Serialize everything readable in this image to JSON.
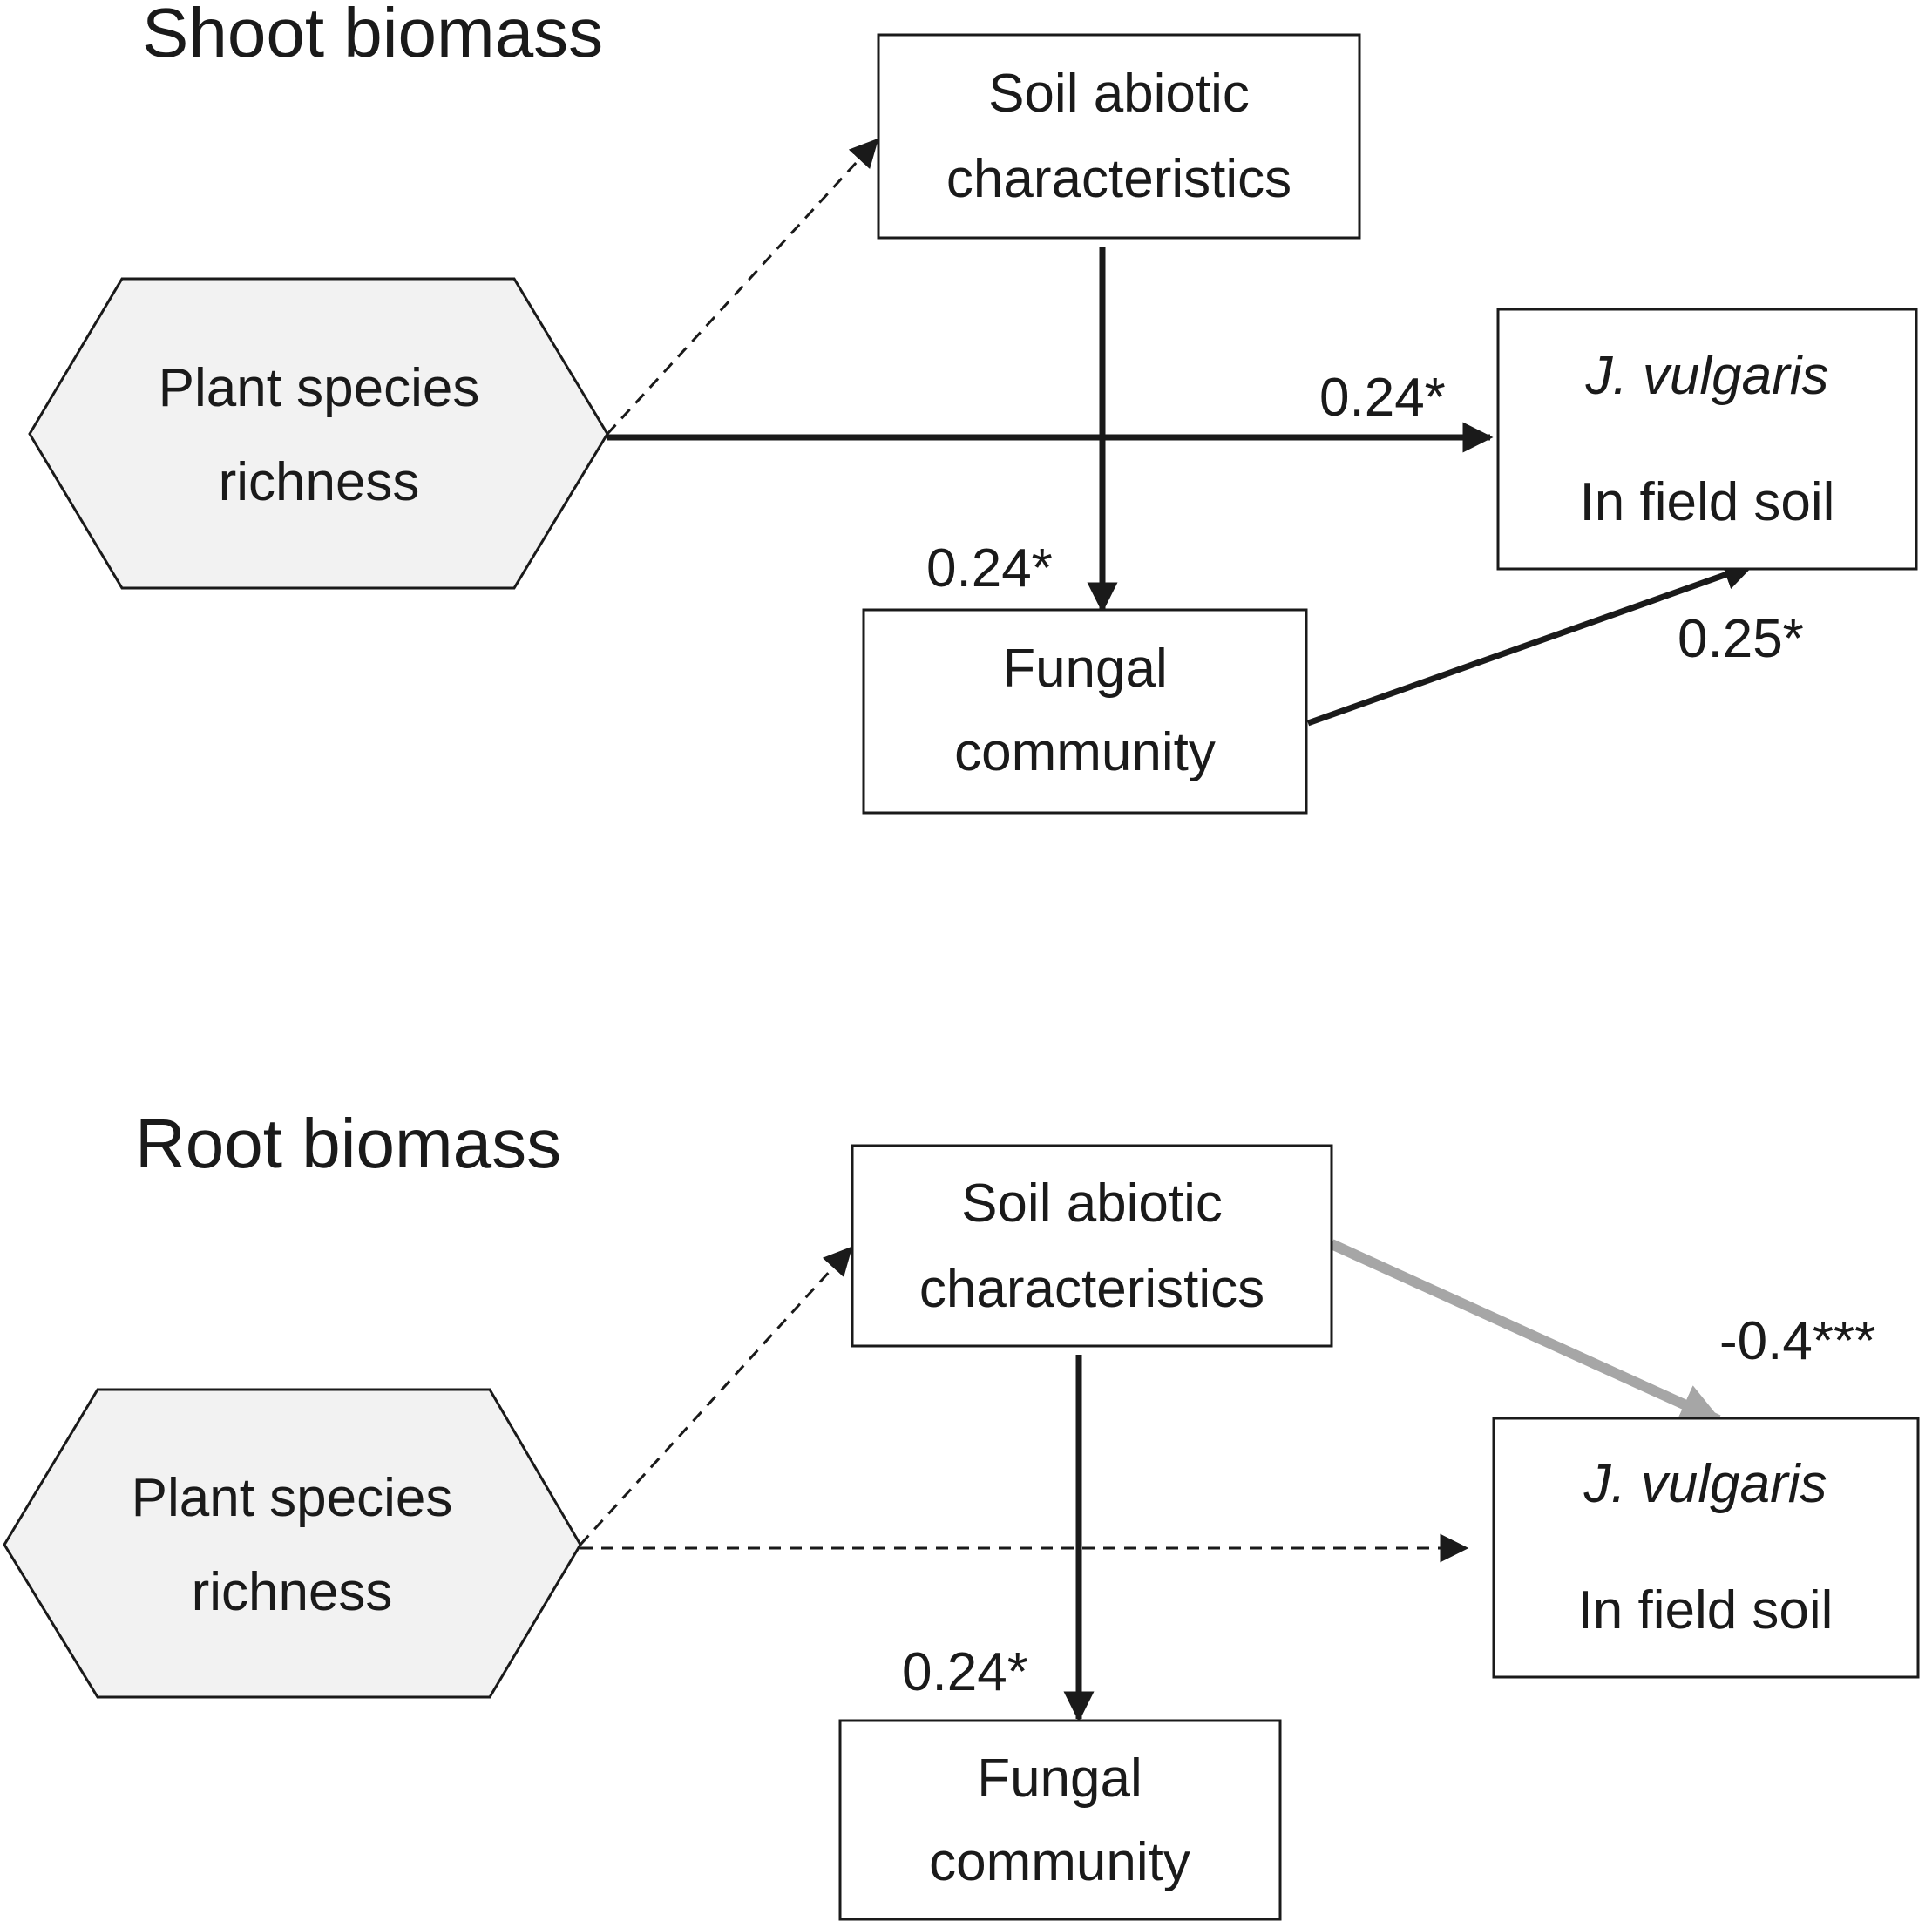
{
  "colors": {
    "ink": "#1a1a1a",
    "negative": "#a6a6a6",
    "hexagon_fill": "#f2f2f2"
  },
  "panels": [
    {
      "title": "Shoot biomass",
      "nodes": {
        "richness": {
          "line1": "Plant species",
          "line2": "richness"
        },
        "soil": {
          "line1": "Soil abiotic",
          "line2": "characteristics"
        },
        "target": {
          "line1": "J. vulgaris",
          "line2": "In field soil"
        },
        "fungal": {
          "line1": "Fungal",
          "line2": "community"
        }
      },
      "paths": [
        {
          "from": "richness",
          "to": "soil",
          "style": "dashed",
          "coefficient": ""
        },
        {
          "from": "richness",
          "to": "target",
          "style": "solid",
          "coefficient": "0.24*"
        },
        {
          "from": "soil",
          "to": "fungal",
          "style": "solid",
          "coefficient": "0.24*"
        },
        {
          "from": "fungal",
          "to": "target",
          "style": "solid",
          "coefficient": "0.25*"
        }
      ]
    },
    {
      "title": "Root biomass",
      "nodes": {
        "richness": {
          "line1": "Plant species",
          "line2": "richness"
        },
        "soil": {
          "line1": "Soil abiotic",
          "line2": "characteristics"
        },
        "target": {
          "line1": "J. vulgaris",
          "line2": "In field soil"
        },
        "fungal": {
          "line1": "Fungal",
          "line2": "community"
        }
      },
      "paths": [
        {
          "from": "richness",
          "to": "soil",
          "style": "dashed",
          "coefficient": ""
        },
        {
          "from": "richness",
          "to": "target",
          "style": "dashed",
          "coefficient": ""
        },
        {
          "from": "soil",
          "to": "fungal",
          "style": "solid",
          "coefficient": "0.24*"
        },
        {
          "from": "soil",
          "to": "target",
          "style": "solid-grey",
          "coefficient": "-0.4***"
        }
      ]
    }
  ]
}
